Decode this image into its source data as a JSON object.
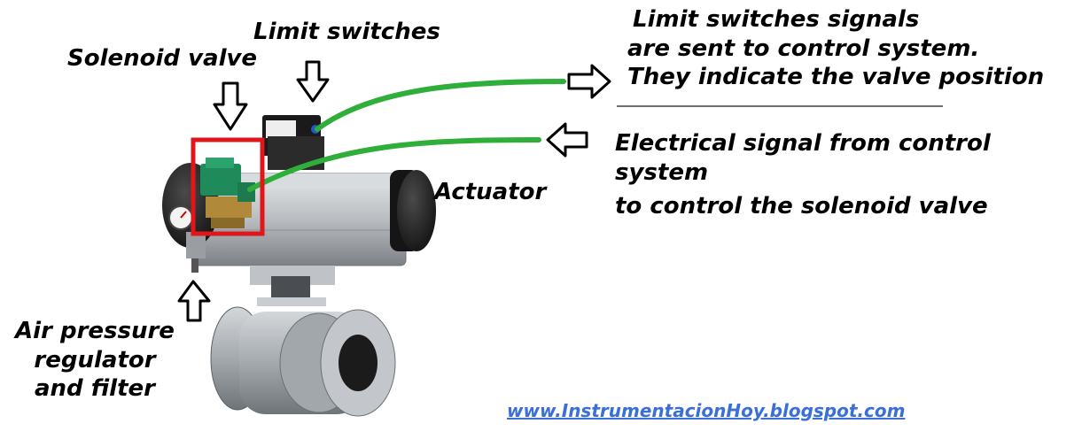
{
  "labels": {
    "solenoid_valve": "Solenoid valve",
    "limit_switches": "Limit switches",
    "actuator": "Actuator",
    "air_pressure": [
      "Air pressure",
      "regulator",
      "and filter"
    ],
    "limit_signals": [
      "Limit switches signals",
      "are sent to control system.",
      "They indicate the valve position"
    ],
    "electrical_signal": [
      "Electrical signal from control system",
      "to control the solenoid valve"
    ]
  },
  "website": "www.InstrumentacionHoy.blogspot.com",
  "colors": {
    "signal_wire": "#2fae3a",
    "highlight_box": "#e0161b",
    "link": "#3a6fd8",
    "actuator_body": "#b9bcc0",
    "actuator_cap": "#151515",
    "solenoid": "#1f8a5a",
    "valve_body": "#9ea3a8"
  },
  "icons": [
    "down-arrow-icon",
    "up-arrow-icon",
    "right-arrow-icon",
    "left-arrow-icon"
  ]
}
